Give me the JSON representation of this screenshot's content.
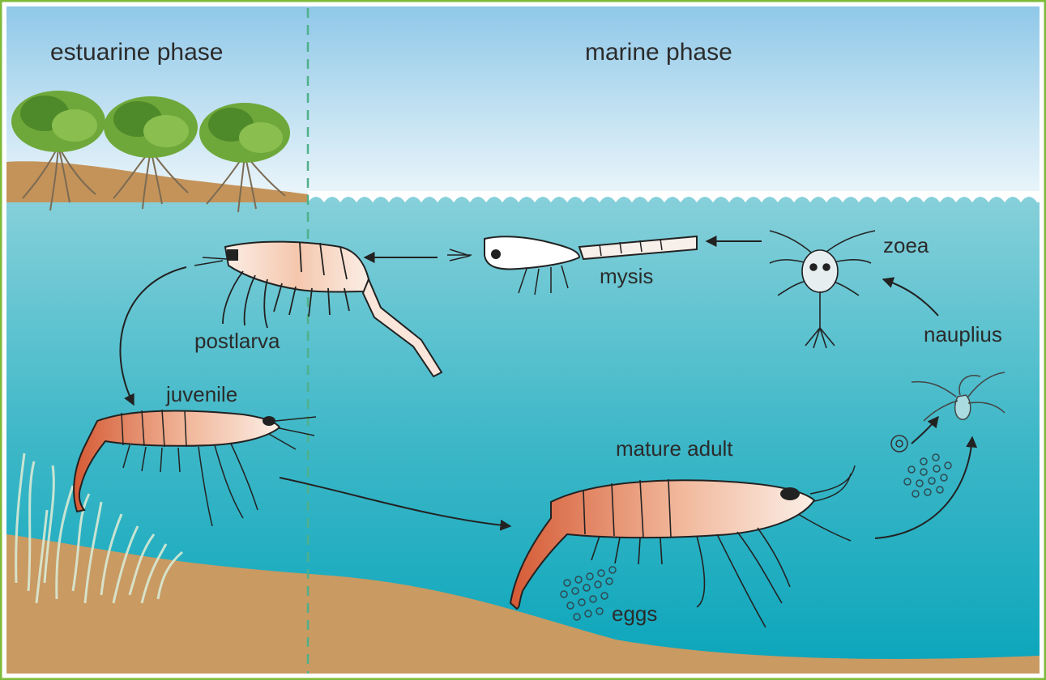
{
  "phases": {
    "estuarine": "estuarine phase",
    "marine": "marine phase"
  },
  "stages": {
    "postlarva": "postlarva",
    "mysis": "mysis",
    "zoea": "zoea",
    "nauplius": "nauplius",
    "juvenile": "juvenile",
    "mature_adult": "mature adult",
    "eggs": "eggs"
  },
  "colors": {
    "frame": "#7dbb3a",
    "sky_top": "#8fc8e8",
    "sky_bottom": "#e9f5fb",
    "water_top": "#74c9d4",
    "water_bottom": "#12a9bd",
    "sediment": "#c99a62",
    "shrimp_orange": "#d8643a"
  }
}
